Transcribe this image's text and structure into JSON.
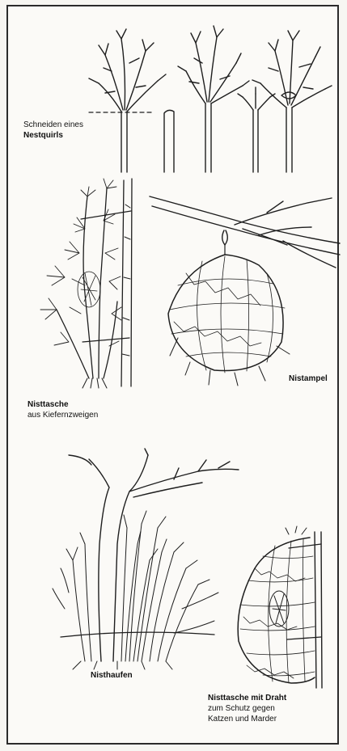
{
  "labels": {
    "nestquirl_line1": "Schneiden eines",
    "nestquirl_line2": "Nestquirls",
    "nistampel": "Nistampel",
    "nisttasche_kiefer_line1": "Nisttasche",
    "nisttasche_kiefer_line2": "aus Kiefernzweigen",
    "nisthaufen": "Nisthaufen",
    "nisttasche_draht_line1": "Nisttasche mit Draht",
    "nisttasche_draht_line2": "zum Schutz gegen",
    "nisttasche_draht_line3": "Katzen und Marder"
  },
  "colors": {
    "ink": "#1e1e1e",
    "paper": "#fbfaf7",
    "frame": "#2b2b2b"
  }
}
